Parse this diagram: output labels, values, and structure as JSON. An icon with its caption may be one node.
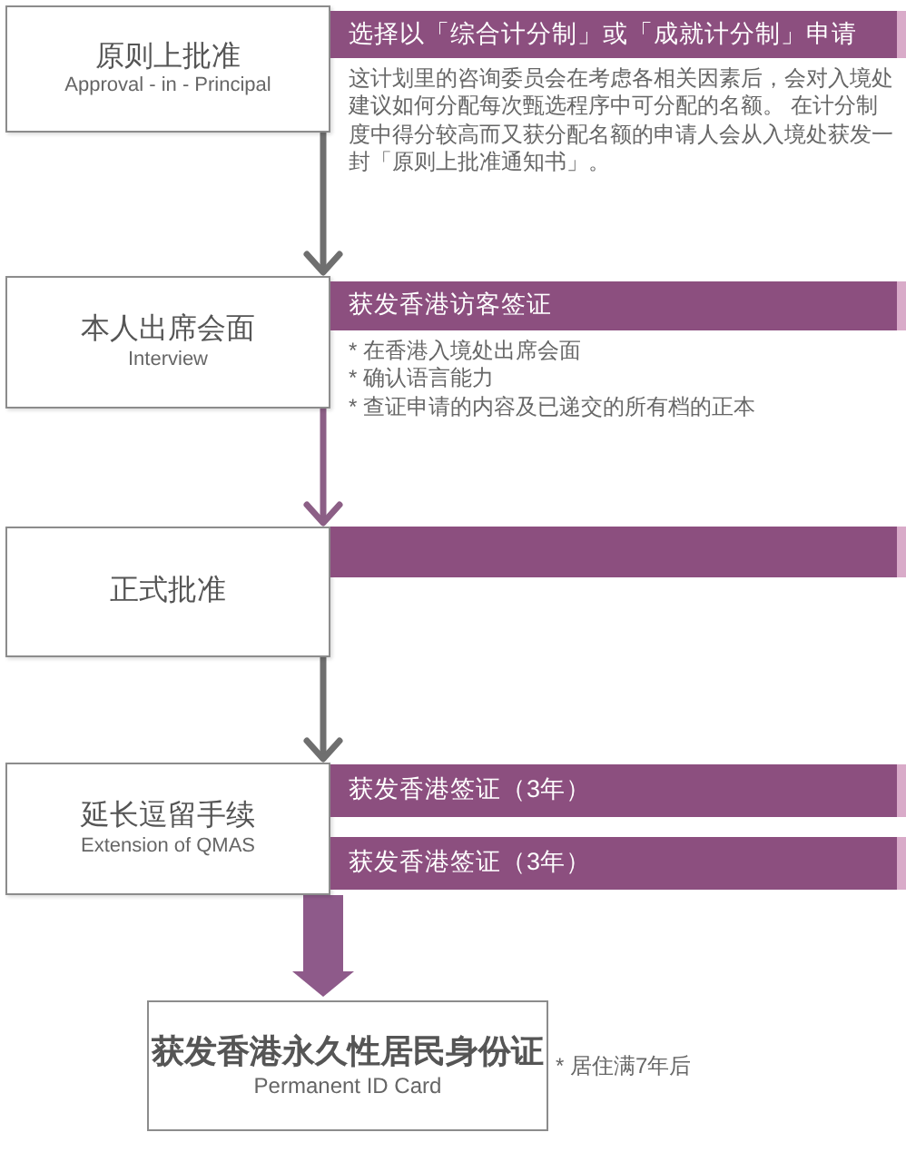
{
  "diagram": {
    "nodes": [
      {
        "text": [
          "原则上批准",
          "Approval - in - Principal"
        ]
      },
      {
        "text": [
          "选择以「综合计分制」或「成就计分制」申请"
        ],
        "beside": [
          "这计划里的咨询委员会在考虑各相关因素后，会对入境处建议如何分配每次甄选程序中可分配的名额。 在计分制度中得分较高而又获分配名额的申请人会从入境处获发一封「原则上批准通知书」。"
        ]
      },
      {
        "text": [
          "本人出席会面",
          "Interview"
        ]
      },
      {
        "text": [
          "获发香港访客签证"
        ],
        "beside": [
          "* 在香港入境处出席会面",
          "* 确认语言能力",
          "* 查证申请的内容及已递交的所有档的正本"
        ]
      },
      {
        "text": [
          "正式批准"
        ]
      },
      {
        "text": [],
        "shape": "bar"
      },
      {
        "text": [
          "延长逗留手续",
          "Extension of QMAS"
        ]
      },
      {
        "text": [
          "获发香港签证（3年）"
        ]
      },
      {
        "text": [
          "获发香港签证（3年）"
        ]
      },
      {
        "text": [
          "获发香港永久性居民身份证",
          "Permanent ID Card"
        ],
        "beside": [
          "* 居住满7年后"
        ]
      }
    ],
    "edges": [
      {
        "from": 0,
        "to": 2,
        "arrow": "to"
      },
      {
        "from": 2,
        "to": 4,
        "arrow": "to",
        "color": "#8c5f86"
      },
      {
        "from": 4,
        "to": 6,
        "arrow": "to"
      },
      {
        "from": 6,
        "to": 9,
        "arrow": "to",
        "style": "thick",
        "color": "#8e5a8a"
      }
    ]
  }
}
